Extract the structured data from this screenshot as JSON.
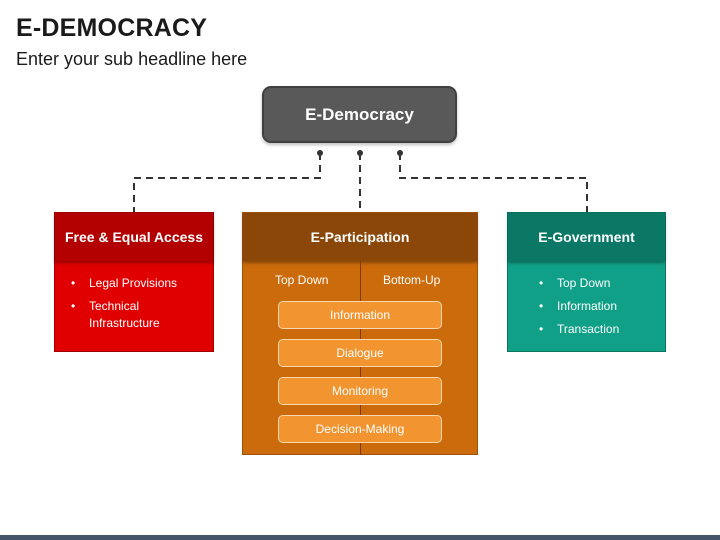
{
  "page": {
    "title": "E-DEMOCRACY",
    "subtitle": "Enter your sub headline here"
  },
  "diagram": {
    "root": {
      "label": "E-Democracy",
      "color": "#595959"
    },
    "branches": [
      {
        "label": "Free  & Equal Access",
        "color": "#e00000",
        "items": [
          "Legal Provisions",
          "Technical Infrastructure"
        ]
      },
      {
        "label": "E-Participation",
        "color": "#cc6b0b",
        "columns": [
          "Top Down",
          "Bottom-Up"
        ],
        "items": [
          "Information",
          "Dialogue",
          "Monitoring",
          "Decision-Making"
        ]
      },
      {
        "label": "E-Government",
        "color": "#10a087",
        "items": [
          "Top Down",
          "Information",
          "Transaction"
        ]
      }
    ],
    "connector_color": "#333333"
  }
}
